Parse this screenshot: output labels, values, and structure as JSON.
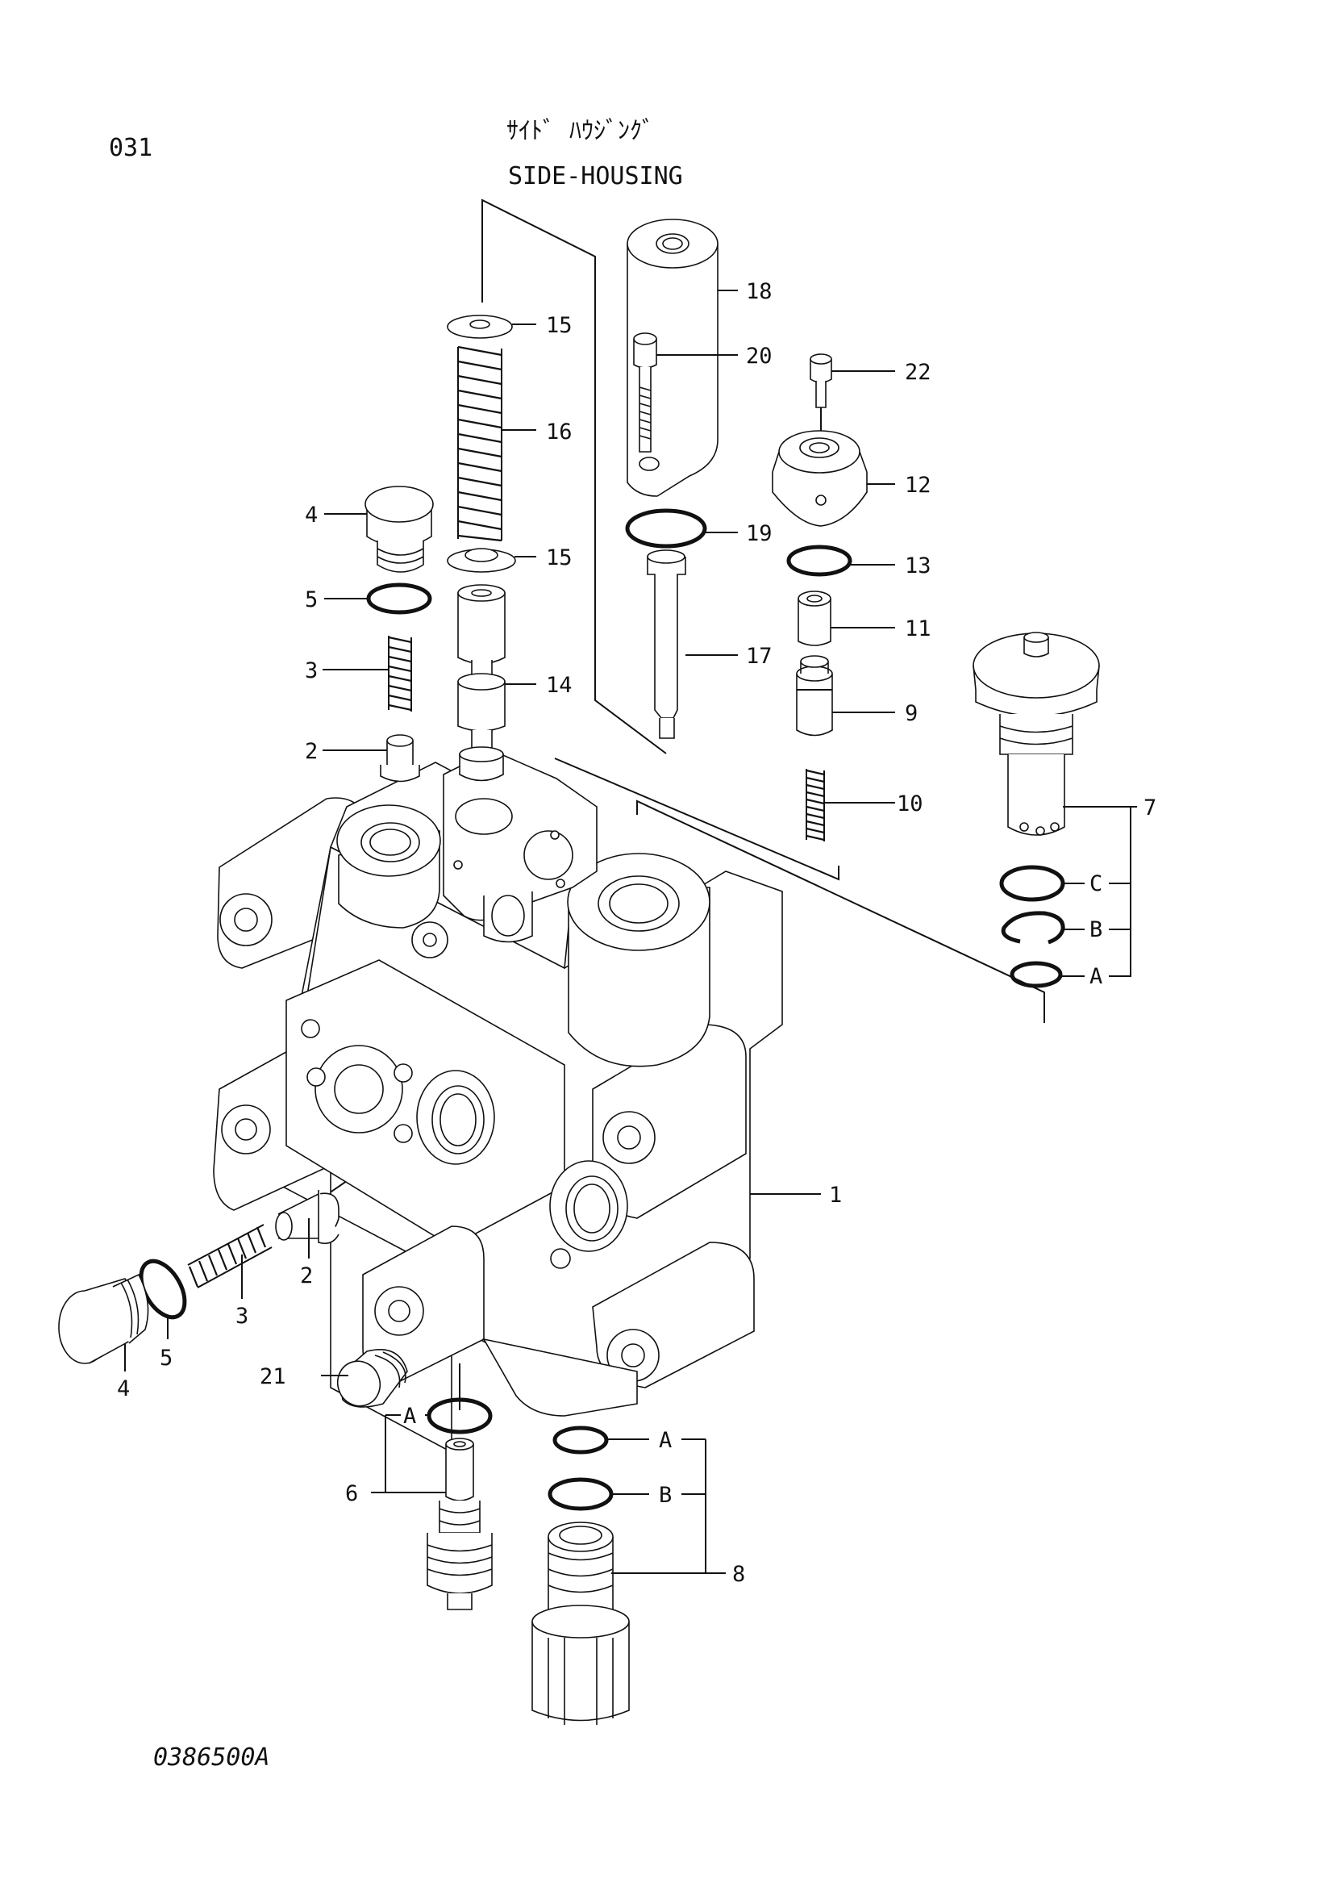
{
  "page_code": "031",
  "title_jp": "ｻｲﾄﾞ ﾊｳｼﾞﾝｸﾞ",
  "title_en": "SIDE-HOUSING",
  "drawing_number": "0386500A",
  "callouts": {
    "c1": "1",
    "c2a": "2",
    "c2b": "2",
    "c3a": "3",
    "c3b": "3",
    "c4a": "4",
    "c4b": "4",
    "c5a": "5",
    "c5b": "5",
    "c6": "6",
    "c7": "7",
    "c7a": "A",
    "c7b": "B",
    "c7c": "C",
    "c8": "8",
    "c8a": "A",
    "c8b": "B",
    "c6a": "A",
    "c9": "9",
    "c10": "10",
    "c11": "11",
    "c12": "12",
    "c13": "13",
    "c14": "14",
    "c15a": "15",
    "c15b": "15",
    "c16": "16",
    "c17": "17",
    "c18": "18",
    "c19": "19",
    "c20": "20",
    "c21": "21",
    "c22": "22"
  }
}
